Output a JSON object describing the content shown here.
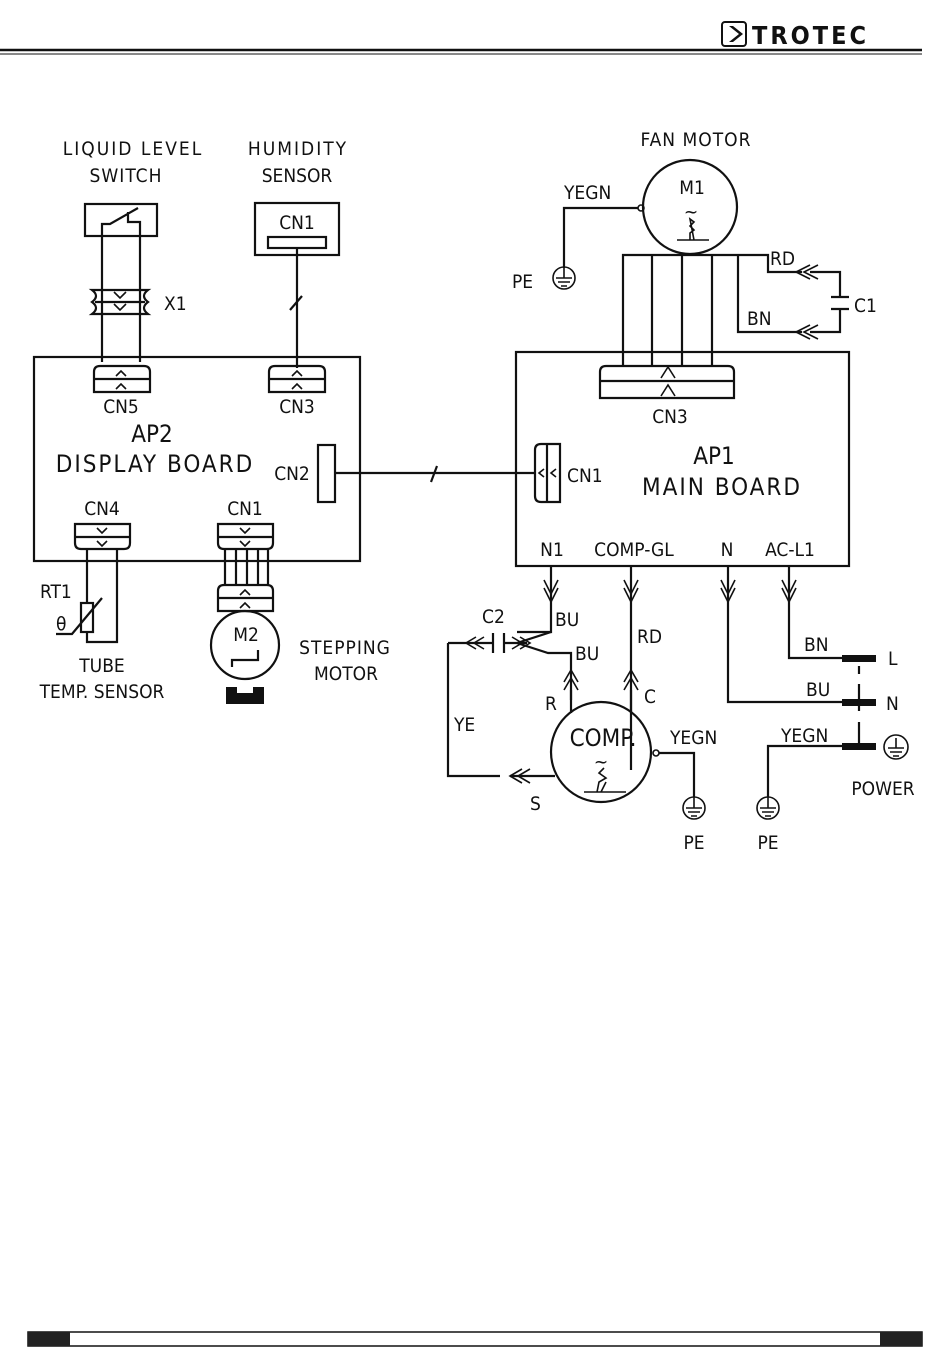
{
  "header": {
    "brand": "TROTEC",
    "logo_icon": "chevron-right-box-icon"
  },
  "diagram": {
    "title": "Wiring diagram",
    "components": {
      "liquid_level_switch": {
        "label_line1": "LIQUID LEVEL",
        "label_line2": "SWITCH",
        "connector": "X1"
      },
      "humidity_sensor": {
        "label_line1": "HUMIDITY",
        "label_line2": "SENSOR",
        "connector": "CN1"
      },
      "display_board": {
        "id": "AP2",
        "name": "DISPLAY BOARD",
        "connectors": {
          "cn5": "CN5",
          "cn3": "CN3",
          "cn2": "CN2",
          "cn4": "CN4",
          "cn1": "CN1"
        }
      },
      "tube_temp_sensor": {
        "id": "RT1",
        "symbol": "θ",
        "label_line1": "TUBE",
        "label_line2": "TEMP. SENSOR"
      },
      "stepping_motor": {
        "id": "M2",
        "label_line1": "STEPPING",
        "label_line2": "MOTOR"
      },
      "fan_motor": {
        "label": "FAN MOTOR",
        "id": "M1",
        "symbol": "~",
        "ground_wire": "YEGN",
        "ground": "PE",
        "capacitor": "C1",
        "wire_rd": "RD",
        "wire_bn": "BN"
      },
      "main_board": {
        "id": "AP1",
        "name": "MAIN BOARD",
        "connectors": {
          "cn3": "CN3",
          "cn1": "CN1"
        },
        "terminals": [
          "N1",
          "COMP-GL",
          "N",
          "AC-L1"
        ]
      },
      "compressor": {
        "label": "COMP.",
        "symbol": "~",
        "capacitor": "C2",
        "pins": {
          "r": "R",
          "c": "C",
          "s": "S"
        },
        "wires": {
          "bu1": "BU",
          "bu2": "BU",
          "rd": "RD",
          "ye": "YE",
          "yegn": "YEGN"
        },
        "ground": "PE"
      },
      "power": {
        "label": "POWER",
        "terminals": {
          "l": "L",
          "n": "N"
        },
        "wires": {
          "bn": "BN",
          "bu": "BU",
          "yegn": "YEGN"
        },
        "ground": "PE"
      }
    }
  },
  "colors": {
    "ink": "#111111",
    "background": "#ffffff"
  }
}
